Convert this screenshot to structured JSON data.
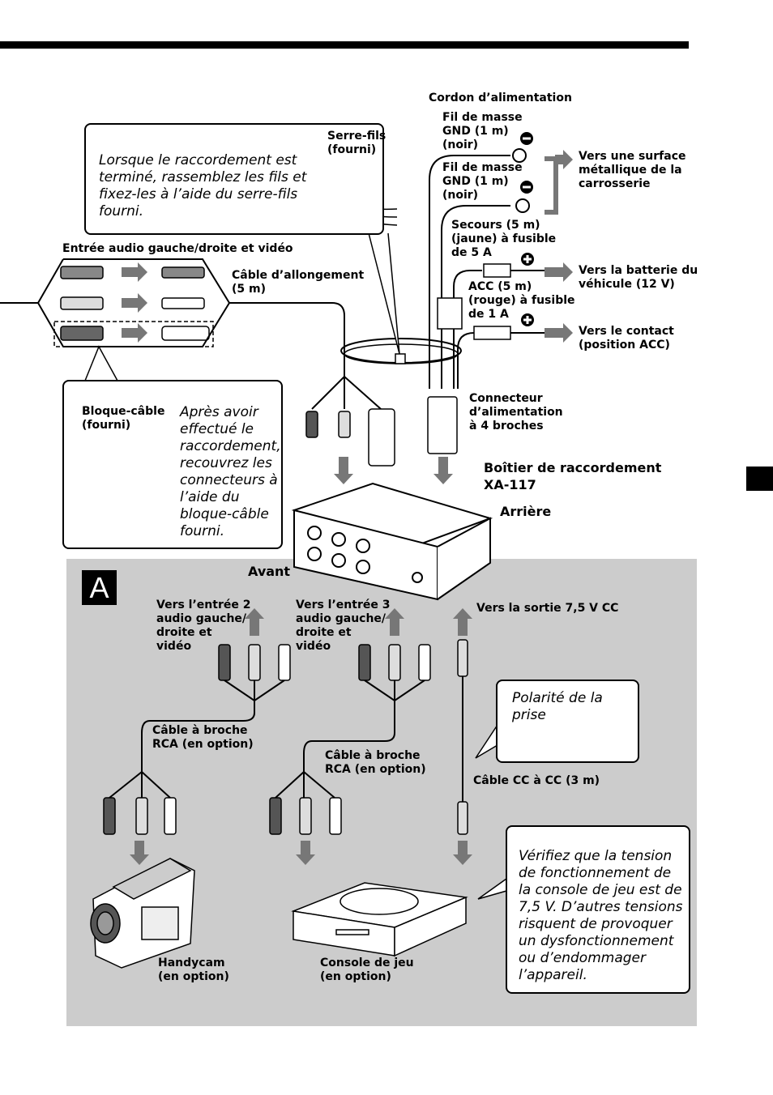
{
  "section_letter": "A",
  "power_cord": {
    "title": "Cordon d’alimentation",
    "ground1": "Fil de masse\nGND (1 m)\n(noir)",
    "ground2": "Fil de masse\nGND (1 m)\n(noir)",
    "to_chassis": "Vers une surface\nmétallique de la\ncarrosserie",
    "backup": "Secours (5 m)\n(jaune) à fusible\nde 5 A",
    "to_battery": "Vers la batterie du\nvéhicule (12 V)",
    "acc": "ACC (5 m)\n(rouge) à fusible\nde 1 A",
    "to_acc": "Vers le contact\n(position ACC)",
    "connector": "Connecteur\nd’alimentation\nà 4 broches"
  },
  "tie": {
    "label": "Serre-fils\n(fourni)",
    "note": "Lorsque le raccordement est\nterminé, rassemblez les fils et\nfixez-les à l’aide du serre-fils\nfourni."
  },
  "av_input": "Entrée audio gauche/droite et vidéo",
  "extension_cable": "Câble d’allongement\n(5 m)",
  "clamp": {
    "label": "Bloque-câble\n(fourni)",
    "note": "Après avoir\neffectué le\nraccordement,\nrecouvrez les\nconnecteurs à\nl’aide du\nbloque-câble\nfourni."
  },
  "junction_box": {
    "name": "Boîtier de raccordement\nXA-117",
    "rear": "Arrière",
    "front": "Avant"
  },
  "to_input2": "Vers l’entrée 2\naudio gauche/\ndroite et\nvidéo",
  "to_input3": "Vers l’entrée 3\naudio gauche/\ndroite et\nvidéo",
  "to_dc_out": "Vers la sortie 7,5 V CC",
  "rca_cable1": "Câble à broche\nRCA (en option)",
  "rca_cable2": "Câble à broche\nRCA (en option)",
  "polarity": "Polarité de la\nprise",
  "dc_cable": "Câble CC à CC (3 m)",
  "voltage_note": "Vérifiez que la tension\nde fonctionnement de\nla console de jeu est de\n7,5 V. D’autres tensions\nrisquent de provoquer\nun dysfonctionnement\nou d’endommager\nl’appareil.",
  "handycam": "Handycam\n(en option)",
  "console": "Console de jeu\n(en option)",
  "colors": {
    "panel": "#cccccc",
    "arrow": "#777777",
    "ink": "#000000"
  }
}
